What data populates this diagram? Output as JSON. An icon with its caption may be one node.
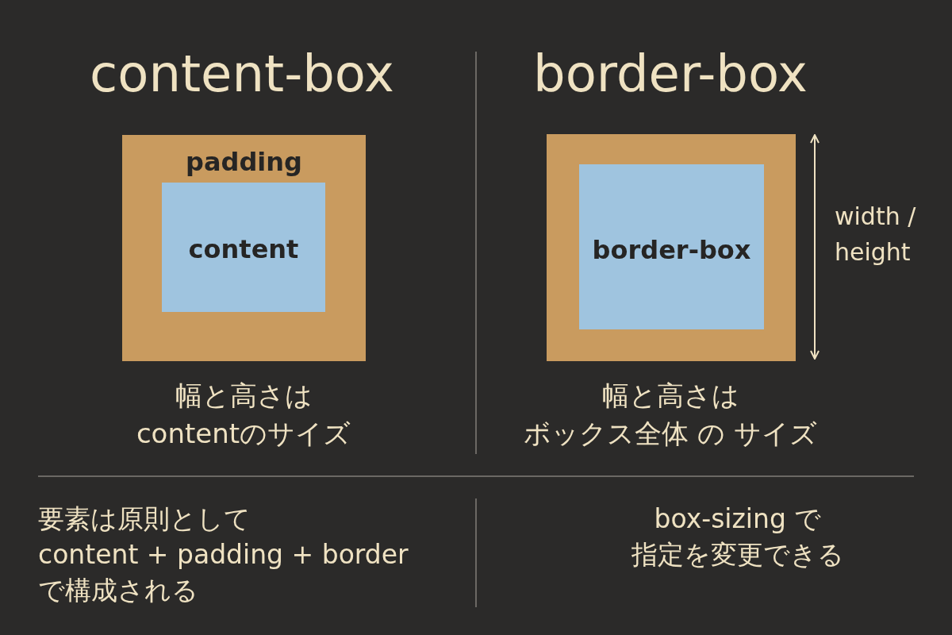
{
  "diagram": {
    "nodes": [
      {
        "text": [
          "padding"
        ]
      },
      {
        "text": [
          "content"
        ],
        "in": 0
      },
      {
        "text": [],
        "shape": "box"
      },
      {
        "text": [
          "border-box"
        ],
        "in": 2
      }
    ],
    "labels": [
      "content-box",
      "border-box",
      "幅と高さは",
      "contentのサイズ",
      "width / height",
      "幅と高さは",
      "ボックス全体 の サイズ",
      "要素は原則として",
      "content + padding + border",
      "で構成される",
      "box-sizing で",
      "指定を変更できる"
    ]
  }
}
